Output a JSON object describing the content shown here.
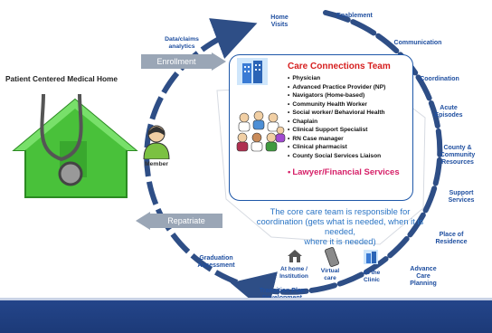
{
  "pcmh_title": "Patient Centered Medical Home",
  "member_label": "Member",
  "data_claims_label": "Data/claims analytics",
  "enrollment_label": "Enrollment",
  "repatriate_label": "Repatriate",
  "team": {
    "title": "Care Connections Team",
    "members": [
      "Physician",
      "Advanced Practice Provider (NP)",
      "Navigators (Home-based)",
      "Community Health Worker",
      "Social worker/ Behavioral Health",
      "Chaplain",
      "Clinical Support Specialist",
      "RN Case manager",
      "Clinical pharmacist",
      "County Social Services Liaison"
    ],
    "highlight": "Lawyer/Financial Services"
  },
  "core_text_lines": [
    "The core care team is responsible for",
    "coordination  (gets what is needed, when it is",
    "needed,",
    "where it is needed)"
  ],
  "cycle": {
    "home_visits": "Home Visits",
    "enablement": "Enablement",
    "communication": "Communication",
    "coordination": "Coordination",
    "acute_episodes": "Acute Episodes",
    "county_resources": "County & Community Resources",
    "support_services": "Support Services",
    "place_of_residence": "Place of Residence",
    "advance_care_planning": "Advance Care Planning",
    "transition_plan": "Transition Plan Development",
    "graduation_assessment": "Graduation Assessment"
  },
  "settings": {
    "home": "At home / Institution",
    "virtual": "Virtual care",
    "clinic": "At the Clinic"
  },
  "colors": {
    "cycle_arrow": "#2e4e86",
    "band": "#1f3f80",
    "title_red": "#d62020",
    "core_blue": "#2a74c4"
  }
}
